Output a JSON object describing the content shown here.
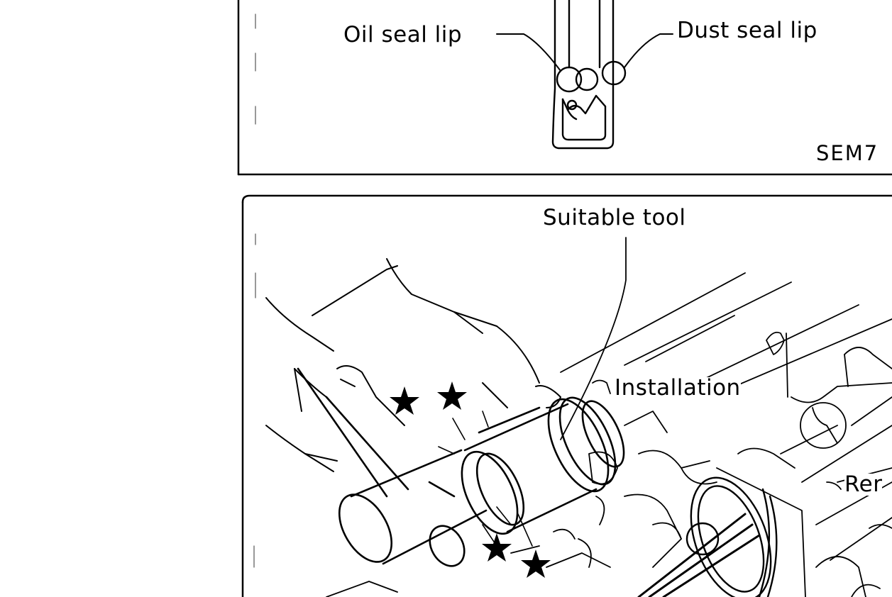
{
  "top_figure": {
    "labels": {
      "oil_seal_lip": "Oil seal lip",
      "dust_seal_lip": "Dust seal lip",
      "code": "SEM7"
    }
  },
  "bottom_figure": {
    "labels": {
      "suitable_tool": "Suitable tool",
      "installation": "Installation",
      "removal": "Rer"
    }
  },
  "icons": [
    "star-icon"
  ],
  "colors": {
    "ink": "#000000",
    "paper": "#ffffff"
  }
}
